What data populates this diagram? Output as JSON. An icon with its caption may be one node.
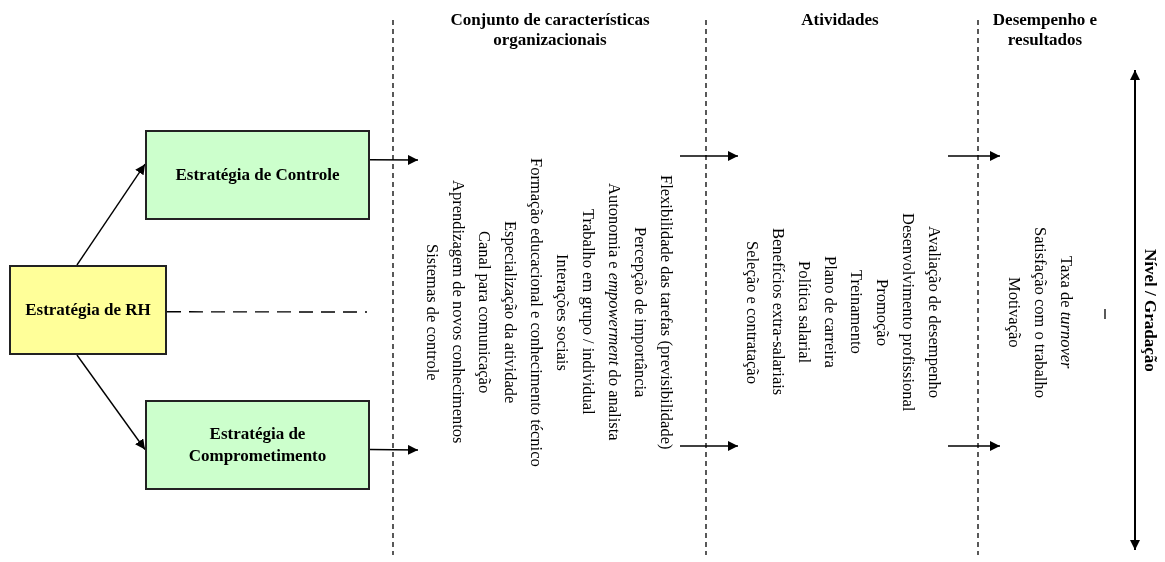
{
  "diagram": {
    "nodes": [
      {
        "text": [
          "Estratégia de RH"
        ]
      },
      {
        "text": [
          "Estratégia de Controle"
        ]
      },
      {
        "text": [
          "Estratégia de Comprometimento"
        ]
      },
      {
        "text": [
          "Flexibilidade das tarefas (previsibilidade)",
          "Percepção de importância",
          "Autonomia e *empowerment* do analista",
          "Trabalho em grupo / individual",
          "Interações sociais",
          "Formação educacional e conhecimento técnico",
          "Especialização da atividade",
          "Canal para comunicação",
          "Aprendizagem de novos conhecimentos",
          "Sistemas de controle"
        ]
      },
      {
        "text": [
          "Avaliação de desempenho",
          "Desenvolvimento profissional",
          "Promoção",
          "Treinamento",
          "Plano de carreira",
          "Política salarial",
          "Benefícios extra-salariais",
          "Seleção e contratação"
        ]
      },
      {
        "text": [
          "Taxa de *turnover*",
          "Satisfação com o trabalho",
          "Motivação"
        ]
      }
    ],
    "edges": [
      {
        "from": 0,
        "to": 1,
        "arrow": "to"
      },
      {
        "from": 0,
        "to": 2,
        "arrow": "to"
      },
      {
        "from": 0,
        "to": null,
        "arrow": "none",
        "style": "dashed"
      },
      {
        "from": 1,
        "to": 3,
        "arrow": "to"
      },
      {
        "from": 2,
        "to": 3,
        "arrow": "to"
      },
      {
        "from": 3,
        "to": 4,
        "arrow": "to"
      },
      {
        "from": 3,
        "to": 4,
        "arrow": "to"
      },
      {
        "from": 4,
        "to": 5,
        "arrow": "to"
      },
      {
        "from": 4,
        "to": 5,
        "arrow": "to"
      }
    ],
    "labels": [
      "Conjunto de características organizacionais",
      "Atividades",
      "Desempenho e resultados",
      "Nível / Gradação"
    ]
  }
}
